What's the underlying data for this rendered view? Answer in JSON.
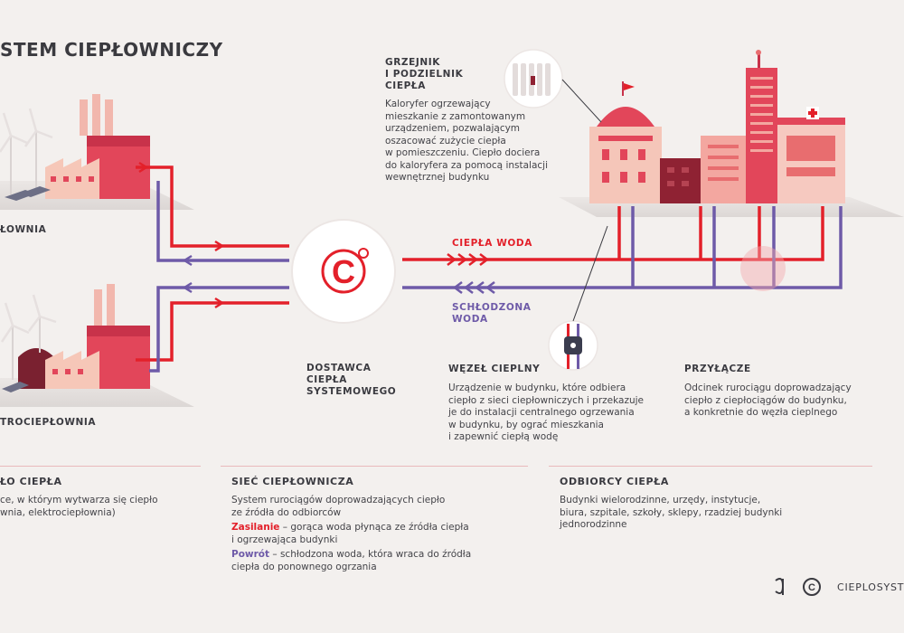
{
  "title": "STEM CIEPŁOWNICZY",
  "sources": {
    "heating_plant_label": "ŁOWNIA",
    "chp_plant_label": "TROCIEPŁOWNIA"
  },
  "supplier": {
    "label": "DOSTAWCA\nCIEPŁA\nSYSTEMOWEGO",
    "logo_letter": "C"
  },
  "flows": {
    "hot_label": "CIEPŁA WODA",
    "cold_label": "SCHŁODZONA\nWODA"
  },
  "radiator": {
    "label": "GRZEJNIK\nI PODZIELNIK\nCIEPŁA",
    "text": "Kaloryfer ogrzewający\nmieszkanie z zamontowanym\nurządzeniem, pozwalającym\noszacować zużycie ciepła\nw pomieszczeniu. Ciepło dociera\ndo kaloryfera za pomocą instalacji\nwewnętrznej budynku"
  },
  "substation": {
    "label": "WĘZEŁ CIEPLNY",
    "text": "Urządzenie w budynku, które odbiera\nciepło z sieci ciepłowniczych i przekazuje\nje do instalacji centralnego ogrzewania\nw budynku, by ograć mieszkania\ni zapewnić ciepłą wodę"
  },
  "connection": {
    "label": "PRZYŁĄCZE",
    "text": "Odcinek rurociągu doprowadzający\nciepło z ciepłociągów do budynku,\na konkretnie do węzła cieplnego"
  },
  "bottom": {
    "source": {
      "title": "ŁO CIEPŁA",
      "text": "ce, w którym wytwarza się ciepło\nwnia, elektrociepłownia)"
    },
    "network": {
      "title": "SIEĆ CIEPŁOWNICZA",
      "text": "System rurociągów doprowadzających ciepło\nze źródła do odbiorców",
      "supply_term": "Zasilanie",
      "supply_text": " – gorąca woda płynąca ze źródła ciepła\ni ogrzewająca budynki",
      "return_term": "Powrót",
      "return_text": " – schłodzona woda, która wraca do źródła\nciepła do ponownego ogrzania"
    },
    "consumers": {
      "title": "ODBIORCY CIEPŁA",
      "text": "Budynki wielorodzinne, urzędy, instytucje,\nbiura, szpitale, szkoły, sklepy, rzadziej budynki\njednorodzinne"
    }
  },
  "footer": {
    "brand": "CIEPLOSYSTE"
  },
  "colors": {
    "hot": "#e3202a",
    "cold": "#6e5aa8",
    "background": "#f3f0ee",
    "building_light": "#f4b7b0",
    "building_mid": "#e86d6f",
    "building_dark": "#8f2233"
  }
}
